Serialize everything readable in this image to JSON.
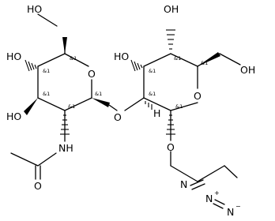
{
  "atoms": {
    "oh_top_left": "HO",
    "oh_left_upper": "HO",
    "oh_left_lower": "HO",
    "nh": "NH",
    "carbonyl_o": "O",
    "ring1_o": "O",
    "glycosidic_o": "O",
    "oh_top_mid": "HO",
    "oh_top_right": "OH",
    "oh_right": "OH",
    "ring2_o": "O",
    "h_label": "H",
    "o_ether": "O",
    "n1": "N",
    "n2": "N",
    "n3": "N",
    "n2_charge": "+",
    "n3_charge": "−"
  },
  "stereo_label": "&1"
}
